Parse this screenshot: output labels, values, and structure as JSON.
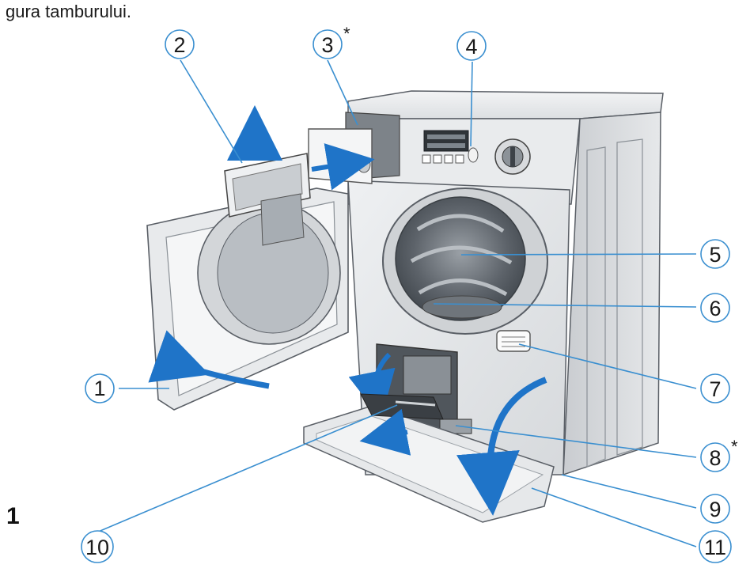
{
  "caption": "gura tamburului.",
  "figure_number": "1",
  "callouts": [
    {
      "label": "1",
      "star": ""
    },
    {
      "label": "2",
      "star": ""
    },
    {
      "label": "3",
      "star": "*"
    },
    {
      "label": "4",
      "star": ""
    },
    {
      "label": "5",
      "star": ""
    },
    {
      "label": "6",
      "star": ""
    },
    {
      "label": "7",
      "star": ""
    },
    {
      "label": "8",
      "star": "*"
    },
    {
      "label": "9",
      "star": ""
    },
    {
      "label": "10",
      "star": ""
    },
    {
      "label": "11",
      "star": ""
    }
  ],
  "colors": {
    "callout_line": "#3a8fd0",
    "arrow_blue": "#1f74c8",
    "body_grey": "#e4e6e8",
    "outline": "#5a5f66"
  }
}
